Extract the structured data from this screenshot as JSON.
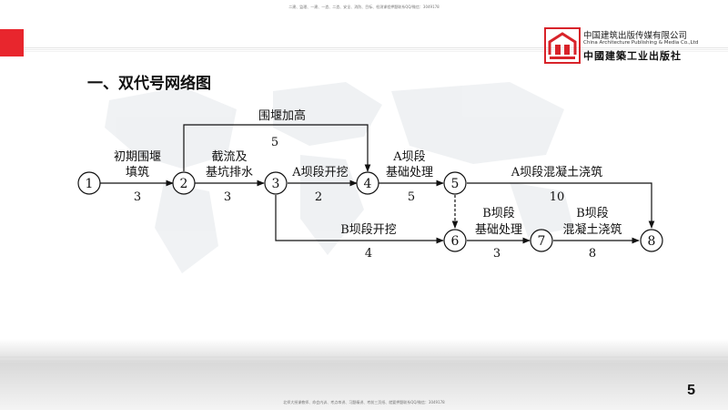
{
  "header": {
    "top_note": "二建、监理、一建、一造、二造、安全、消防、目标、检测课程押题联系QQ/微信：3049178",
    "title": "一、双代号网络图"
  },
  "logo": {
    "cn": "中国建筑出版传媒有限公司",
    "en": "China Architecture Publishing & Media Co.,Ltd",
    "calligraphy": "中國建築工业出版社"
  },
  "diagram": {
    "nodes": [
      "1",
      "2",
      "3",
      "4",
      "5",
      "6",
      "7",
      "8"
    ],
    "activities": [
      {
        "name": "初期围堰填筑",
        "lines": [
          "初期围堰",
          "填筑"
        ],
        "duration": "3"
      },
      {
        "name": "截流及基坑排水",
        "lines": [
          "截流及",
          "基坑排水"
        ],
        "duration": "3"
      },
      {
        "name": "A坝段开挖",
        "lines": [
          "A坝段开挖"
        ],
        "duration": "2"
      },
      {
        "name": "A坝段基础处理",
        "lines": [
          "A坝段",
          "基础处理"
        ],
        "duration": "5"
      },
      {
        "name": "A坝段混凝土浇筑",
        "lines": [
          "A坝段混凝土浇筑"
        ],
        "duration": "10"
      },
      {
        "name": "围堰加高",
        "lines": [
          "围堰加高"
        ],
        "duration": "5"
      },
      {
        "name": "B坝段开挖",
        "lines": [
          "B坝段开挖"
        ],
        "duration": "4"
      },
      {
        "name": "B坝段基础处理",
        "lines": [
          "B坝段",
          "基础处理"
        ],
        "duration": "3"
      },
      {
        "name": "B坝段混凝土浇筑",
        "lines": [
          "B坝段",
          "混凝土浇筑"
        ],
        "duration": "8"
      }
    ]
  },
  "footer": {
    "bottom_note": "北师大授课教师、命会内训、考点串讲、习题精讲、考前三页纸、就要押题联系QQ/微信：3049178",
    "page_number": "5"
  }
}
